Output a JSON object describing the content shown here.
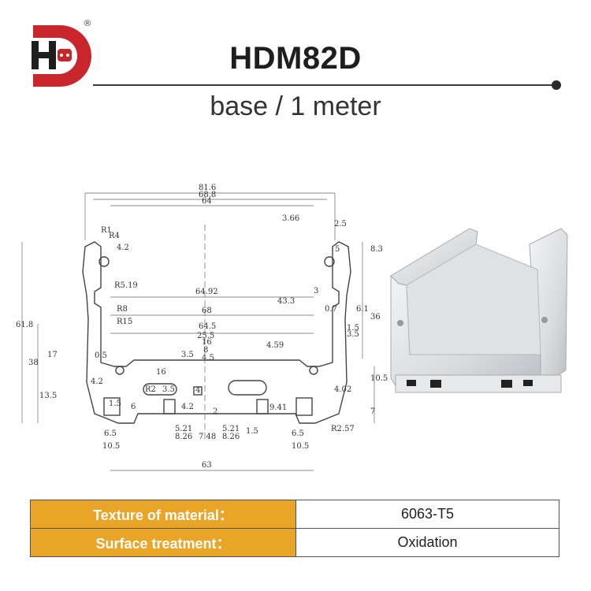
{
  "brand": {
    "logo_letters": "HD",
    "registered_mark": "®",
    "colors": {
      "logo_red": "#c8262a",
      "accent_orange": "#e8a528"
    }
  },
  "header": {
    "title": "HDM82D",
    "subtitle": "base / 1 meter"
  },
  "drawing": {
    "dimensions": [
      "81.6",
      "68.8",
      "64",
      "3.66",
      "2.5",
      "5",
      "8.3",
      "R1",
      "R4",
      "4.2",
      "R5.19",
      "64.92",
      "43.3",
      "3",
      "0.7",
      "6.1",
      "36",
      "61.8",
      "R8",
      "68",
      "R15",
      "64.5",
      "1.5",
      "3.5",
      "25.5",
      "16",
      "8",
      "4.59",
      "3.5",
      "17",
      "38",
      "0.5",
      "16",
      "4.5",
      "4.2",
      "R2",
      "3.5",
      "4",
      "10.5",
      "13.5",
      "1.5",
      "6",
      "4.2",
      "2",
      "9.41",
      "4.02",
      "7",
      "6.5",
      "5.21",
      "8.26",
      "7.48",
      "5.21",
      "8.26",
      "1.5",
      "6.5",
      "R2.57",
      "10.5",
      "10.5",
      "63"
    ]
  },
  "specs": [
    {
      "label": "Texture of material：",
      "value": "6063-T5"
    },
    {
      "label": "Surface treatment：",
      "value": "Oxidation"
    }
  ]
}
